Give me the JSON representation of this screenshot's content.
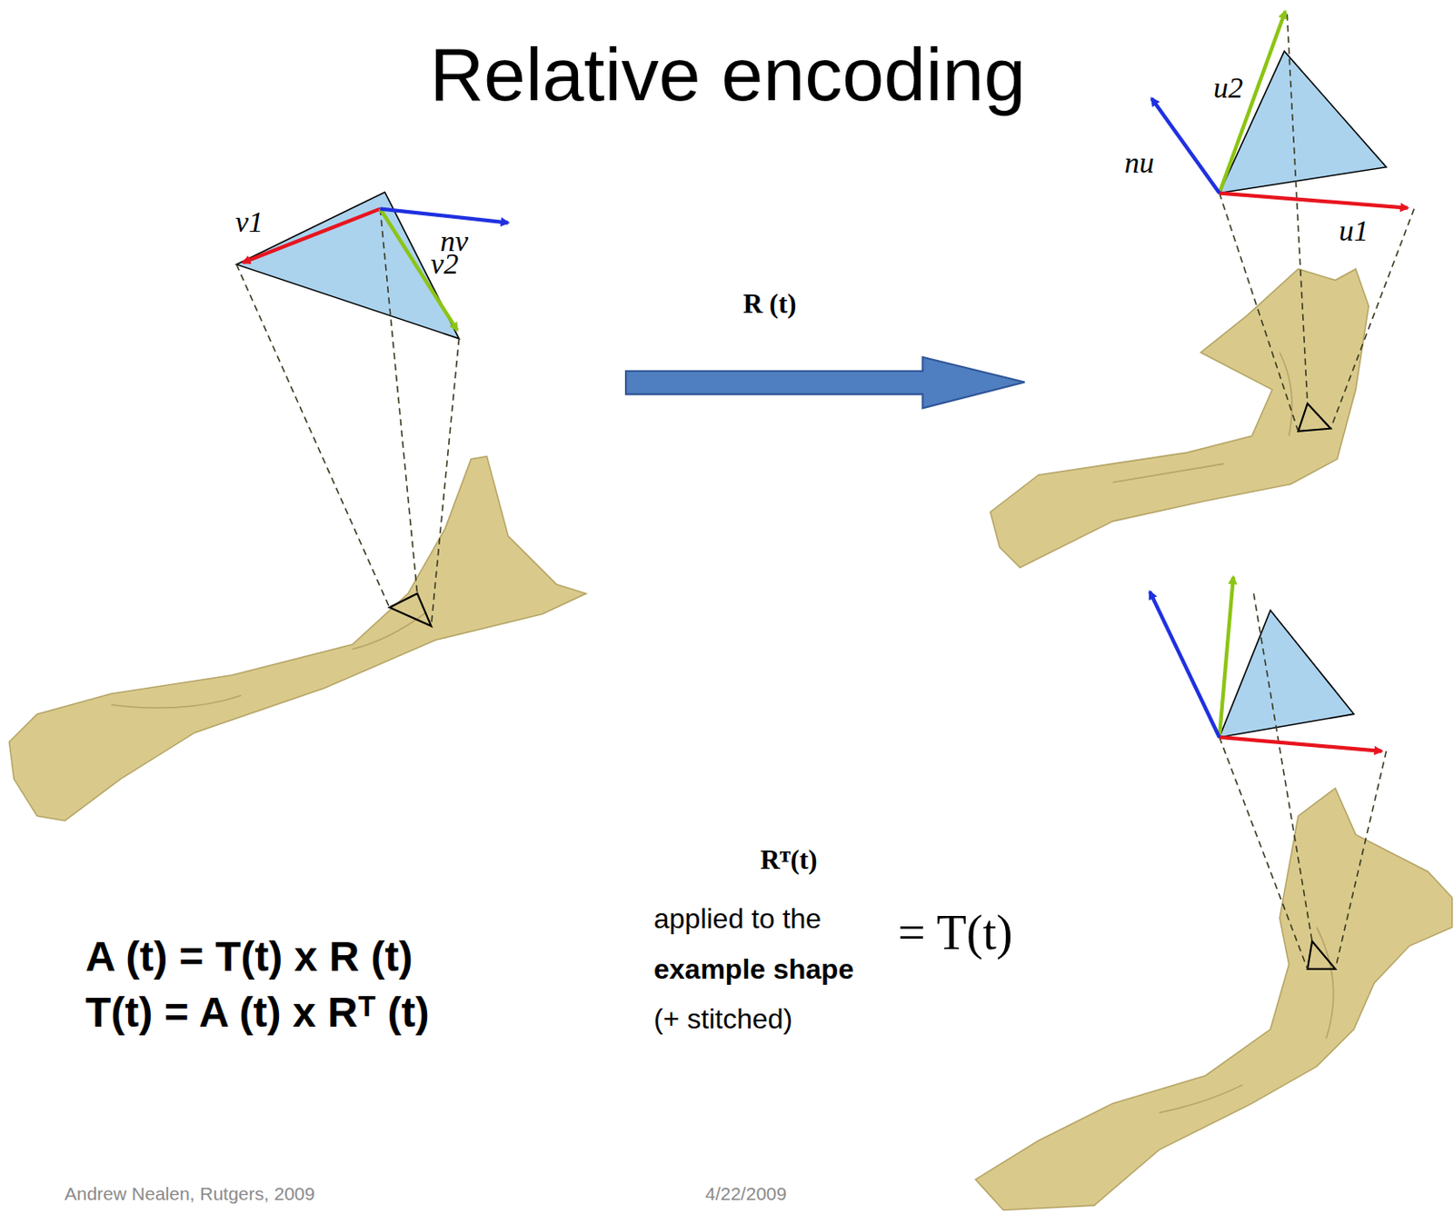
{
  "diagram": {
    "title": "Relative encoding",
    "labels": [
      "v1",
      "nv",
      "v2",
      "u2",
      "nu",
      "u1",
      "R (t)",
      "Rᵀ(t)",
      "applied to the",
      "example shape",
      "(+ stitched)",
      "= T(t)",
      "A (t) = T(t) x R (t)",
      "T(t) = A (t) x Rᵀ (t)",
      "Andrew Nealen, Rutgers, 2009",
      "4/22/2009"
    ]
  }
}
